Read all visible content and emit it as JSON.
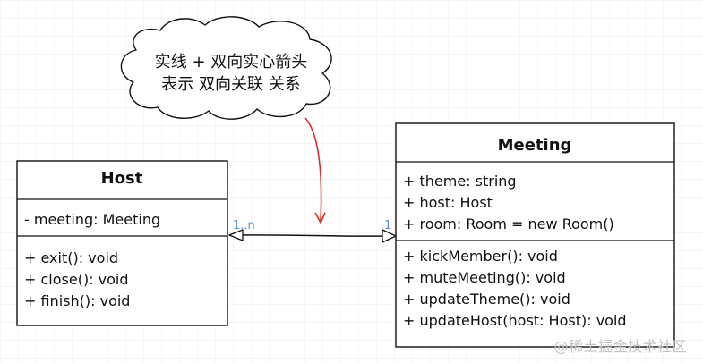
{
  "note": {
    "line1": "实线 + 双向实心箭头",
    "line2": "表示 双向关联 关系"
  },
  "classes": {
    "host": {
      "name": "Host",
      "attributes": [
        "- meeting: Meeting"
      ],
      "operations": [
        "+ exit(): void",
        "+ close(): void",
        "+ finish(): void"
      ]
    },
    "meeting": {
      "name": "Meeting",
      "attributes": [
        "+ theme: string",
        "+ host: Host",
        "+ room: Room = new Room()"
      ],
      "operations": [
        "+ kickMember(): void",
        "+ muteMeeting(): void",
        "+ updateTheme(): void",
        "+ updateHost(host: Host): void"
      ]
    }
  },
  "association": {
    "host_multiplicity": "1..n",
    "meeting_multiplicity": "1"
  },
  "watermark": "@稀土掘金技术社区",
  "colors": {
    "line": "#111111",
    "pointer_arrow": "#d62a2a",
    "multiplicity": "#5e8fd6"
  }
}
